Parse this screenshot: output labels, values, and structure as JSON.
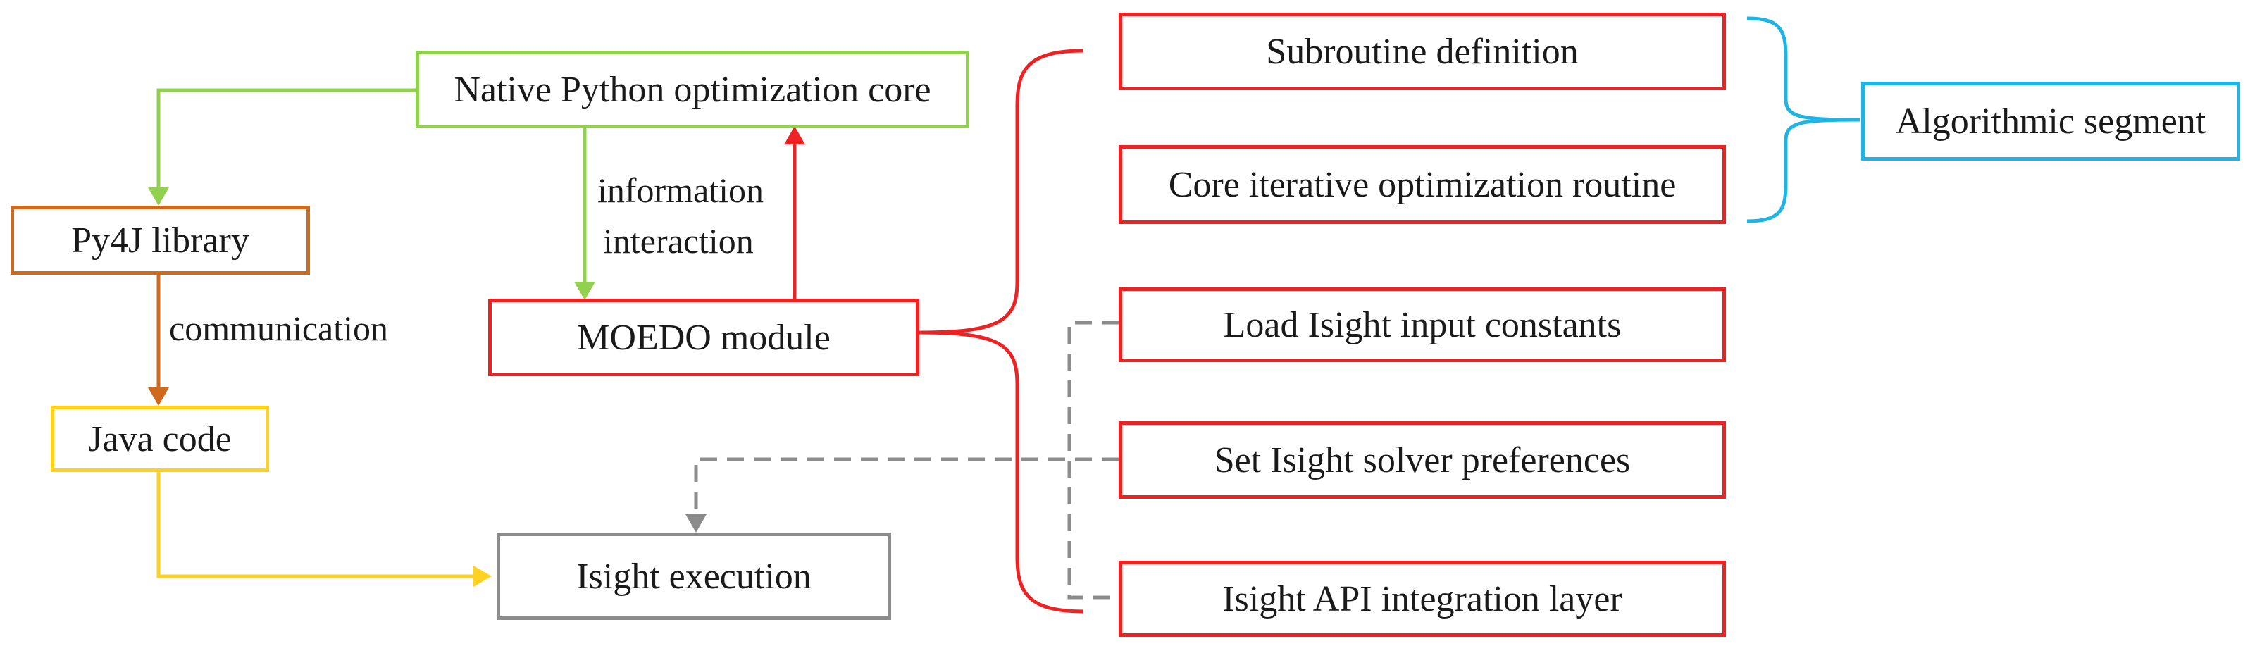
{
  "colors": {
    "green": "#92d050",
    "orange": "#d0691c",
    "yellow": "#ffd21f",
    "red": "#ee2222",
    "gray": "#8c8c8c",
    "blue": "#1eb4e6"
  },
  "nodes": {
    "native_core": "Native Python optimization core",
    "py4j": "Py4J library",
    "java": "Java code",
    "moedo": "MOEDO module",
    "isight_exec": "Isight execution",
    "subroutine": "Subroutine definition",
    "core_iterative": "Core iterative optimization routine",
    "load_constants": "Load Isight input constants",
    "solver_prefs": "Set Isight solver preferences",
    "api_layer": "Isight API integration layer",
    "algorithmic": "Algorithmic segment"
  },
  "edge_labels": {
    "info_line1": "information",
    "info_line2": "interaction",
    "communication": "communication"
  }
}
